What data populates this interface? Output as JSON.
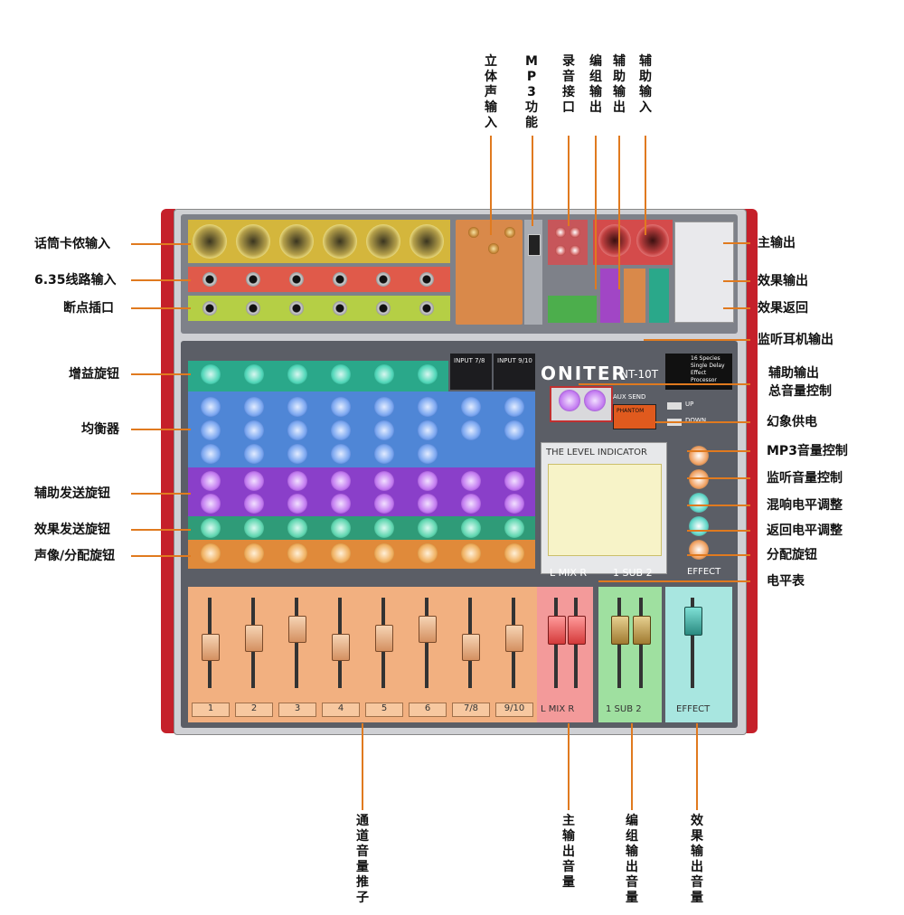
{
  "mixer": {
    "brand": "ONITER",
    "model": "NT-10T",
    "level_indicator_title": "THE LEVEL INDICATOR",
    "channel_labels": [
      "1",
      "2",
      "3",
      "4",
      "5",
      "6",
      "7/8",
      "9/10"
    ],
    "bus_labels": {
      "main": "L  MIX  R",
      "sub": "1  SUB  2",
      "effect": "EFFECT"
    },
    "meter_labels": {
      "main": "L  MIX  R",
      "sub": "1  SUB  2",
      "effect": "EFFECT"
    },
    "stereo_inputs": [
      "INPUT 7/8",
      "INPUT 9/10"
    ],
    "aux_send_label": "AUX SEND",
    "phantom_label": "PHANTOM",
    "dsp_text": "16 Species Single Delay Effect Processor",
    "up_label": "UP",
    "down_label": "DOWN"
  },
  "callouts_left": [
    {
      "id": "mic-xlr-input",
      "text": "话筒卡侬输入"
    },
    {
      "id": "line-input",
      "text": "6.35线路输入"
    },
    {
      "id": "insert-jack",
      "text": "断点插口"
    },
    {
      "id": "gain-knob",
      "text": "增益旋钮"
    },
    {
      "id": "equalizer",
      "text": "均衡器"
    },
    {
      "id": "aux-send-knob",
      "text": "辅助发送旋钮"
    },
    {
      "id": "effect-send-knob",
      "text": "效果发送旋钮"
    },
    {
      "id": "pan-knob",
      "text": "声像/分配旋钮"
    }
  ],
  "callouts_right": [
    {
      "id": "main-output",
      "text": "主输出"
    },
    {
      "id": "effect-output",
      "text": "效果输出"
    },
    {
      "id": "effect-return",
      "text": "效果返回"
    },
    {
      "id": "headphone-output",
      "text": "监听耳机输出"
    },
    {
      "id": "aux-master",
      "text": "辅助输出\n总音量控制"
    },
    {
      "id": "phantom-power",
      "text": "幻象供电"
    },
    {
      "id": "mp3-volume",
      "text": "MP3音量控制"
    },
    {
      "id": "monitor-volume",
      "text": "监听音量控制"
    },
    {
      "id": "reverb-level",
      "text": "混响电平调整"
    },
    {
      "id": "return-level",
      "text": "返回电平调整"
    },
    {
      "id": "assign-knob",
      "text": "分配旋钮"
    },
    {
      "id": "level-meter",
      "text": "电平表"
    }
  ],
  "callouts_top": [
    {
      "id": "stereo-input",
      "text": "立体声输入"
    },
    {
      "id": "mp3-function",
      "text": "MP3功能"
    },
    {
      "id": "record-port",
      "text": "录音接口"
    },
    {
      "id": "group-output",
      "text": "编组输出"
    },
    {
      "id": "aux-output",
      "text": "辅助输出"
    },
    {
      "id": "aux-input",
      "text": "辅助输入"
    }
  ],
  "callouts_bottom": [
    {
      "id": "channel-fader",
      "text": "通道音量推子"
    },
    {
      "id": "main-volume",
      "text": "主输出音量"
    },
    {
      "id": "group-volume",
      "text": "编组输出音量"
    },
    {
      "id": "effect-volume",
      "text": "效果输出音量"
    }
  ],
  "colors": {
    "callout_line": "#e07a1f",
    "xlr_band": "#d4b63c",
    "line_band": "#e05a4a",
    "insert_band": "#b5cf45",
    "gain_band": "#2aa88a",
    "eq_band": "#4f86d6",
    "aux_band": "#8a3fc9",
    "effect_band": "#2f9b78",
    "pan_band": "#e08a3a",
    "fader_band": "#f2b080",
    "main_fader_band": "#f39a9a",
    "sub_fader_band": "#9fe0a0",
    "effect_fader_band": "#a8e6e0",
    "chassis": "#d9d9dc",
    "side_panel": "#c5202a"
  }
}
